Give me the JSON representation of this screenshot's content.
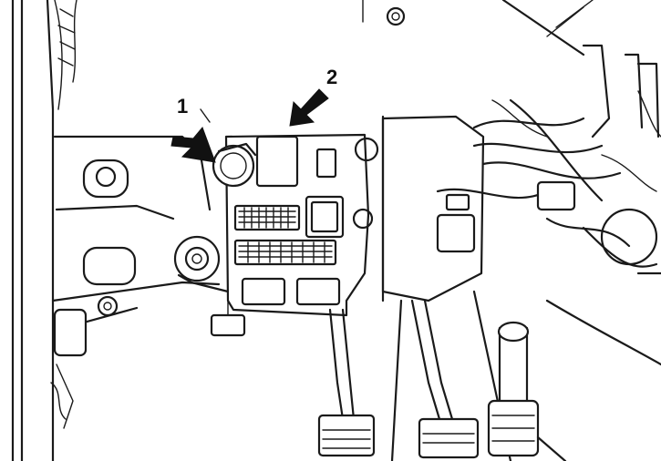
{
  "callouts": [
    {
      "id": "1",
      "label": "1"
    },
    {
      "id": "2",
      "label": "2"
    }
  ],
  "colors": {
    "ink": "#111111",
    "paper": "#ffffff"
  }
}
